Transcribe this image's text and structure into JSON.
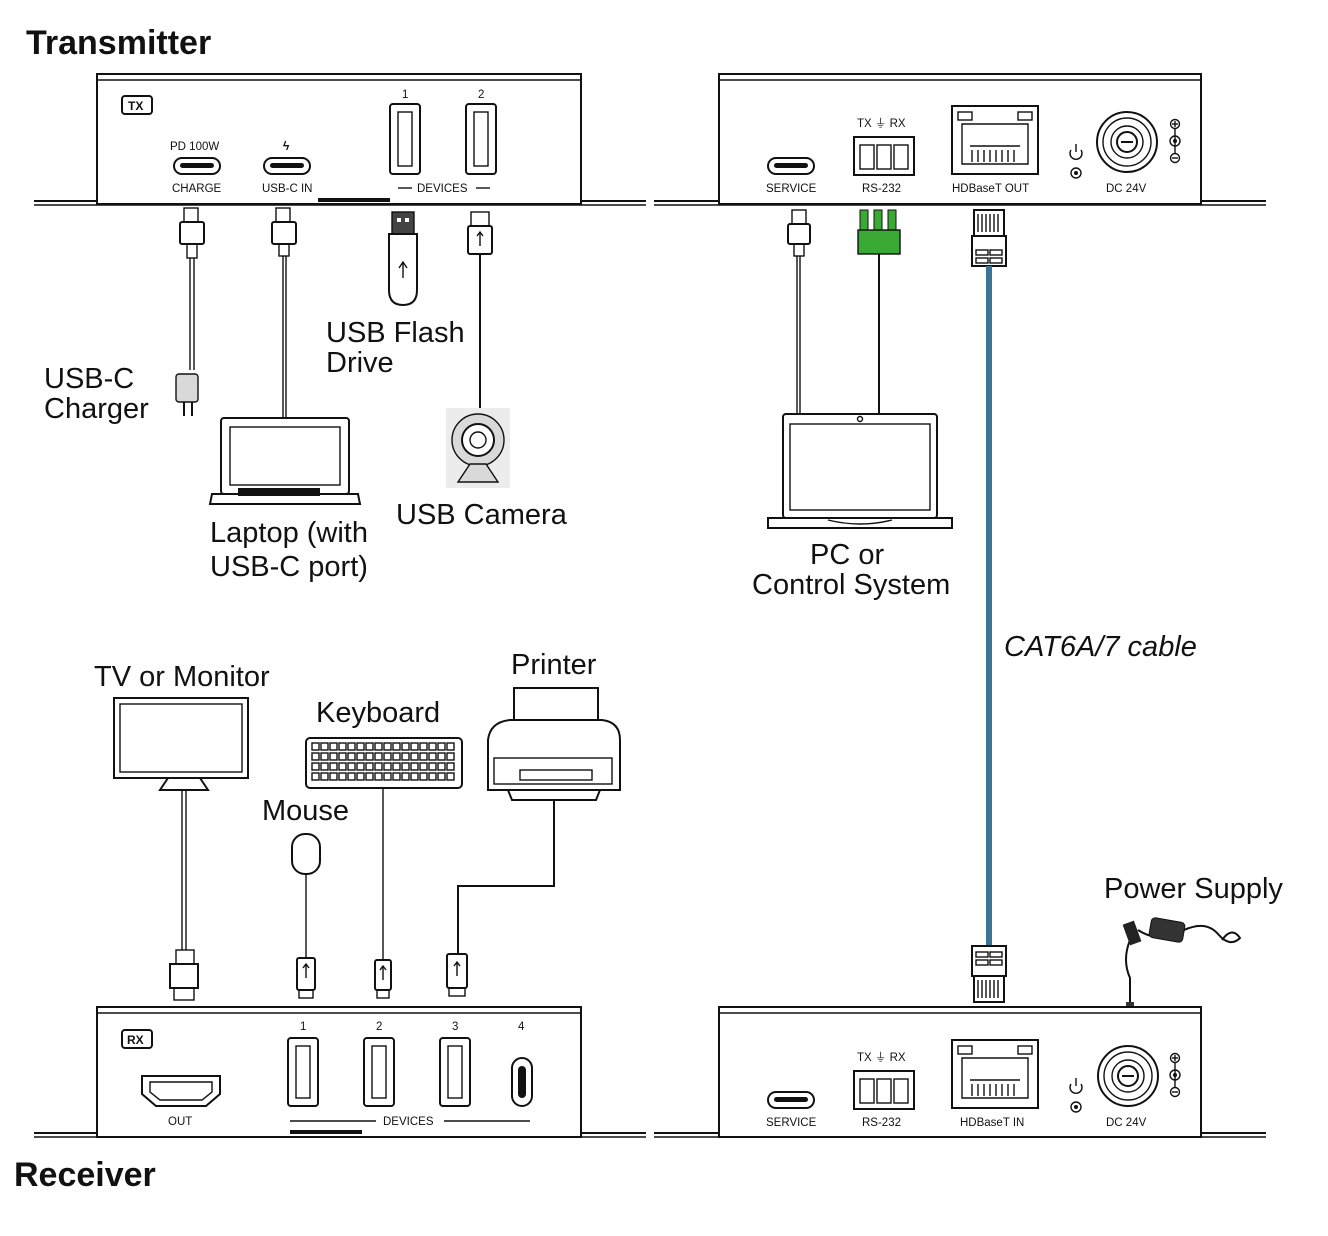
{
  "sections": {
    "transmitter": "Transmitter",
    "receiver": "Receiver"
  },
  "tx_front": {
    "badge": "TX",
    "pd_label": "PD 100W",
    "charge_label": "CHARGE",
    "usbc_in_label": "USB-C IN",
    "usbc_in_symbol": "ϟ",
    "port1": "1",
    "port2": "2",
    "devices_label": "DEVICES"
  },
  "tx_rear": {
    "service_label": "SERVICE",
    "rs232_top": "TX ⏚ RX",
    "rs232_label": "RS-232",
    "hdbaset_label": "HDBaseT OUT",
    "dc_label": "DC 24V"
  },
  "rx_front": {
    "badge": "RX",
    "out_label": "OUT",
    "port1": "1",
    "port2": "2",
    "port3": "3",
    "port4": "4",
    "devices_label": "DEVICES"
  },
  "rx_rear": {
    "service_label": "SERVICE",
    "rs232_top": "TX ⏚ RX",
    "rs232_label": "RS-232",
    "hdbaset_label": "HDBaseT IN",
    "dc_label": "DC 24V"
  },
  "devices": {
    "usbc_charger": [
      "USB-C",
      "Charger"
    ],
    "laptop": [
      "Laptop (with",
      "USB-C port)"
    ],
    "flash_drive": [
      "USB Flash",
      "Drive"
    ],
    "camera": "USB Camera",
    "pc": [
      "PC or",
      "Control System"
    ],
    "tv": "TV or Monitor",
    "keyboard": "Keyboard",
    "printer": "Printer",
    "mouse": "Mouse",
    "power_supply": "Power Supply"
  },
  "cable_label": "CAT6A/7 cable",
  "colors": {
    "cat_cable": "#3b7393",
    "rs232_plug": "#3aaa35"
  }
}
